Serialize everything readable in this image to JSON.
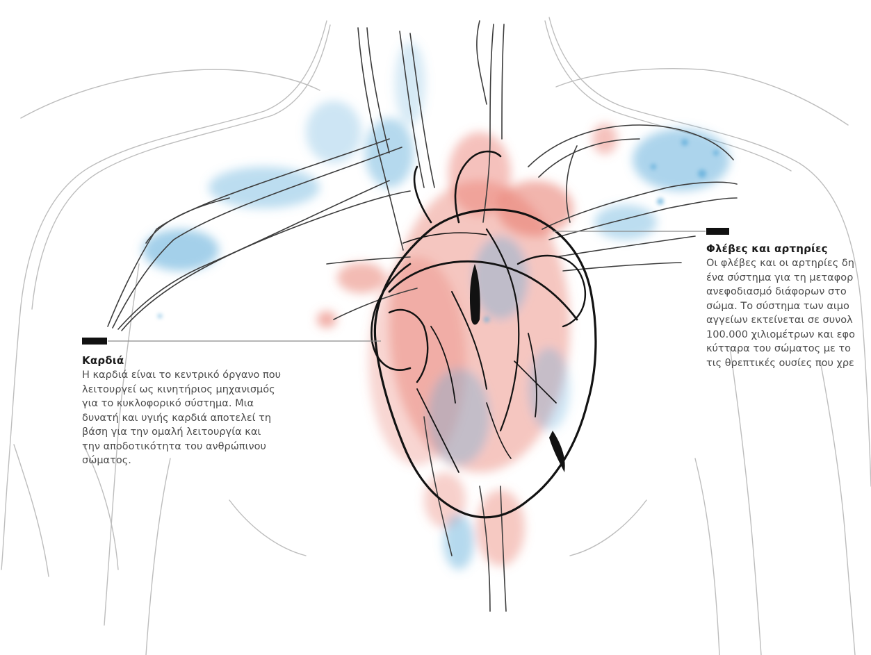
{
  "colors": {
    "arterial_wash": "#e8776a",
    "venous_wash": "#5aaad9",
    "ink": "#141414",
    "body_outline": "#b9b9b9",
    "leader_line": "#8a8a8a"
  },
  "icons": [
    "heart-illustration",
    "vein-artery-network"
  ],
  "callouts": {
    "heart": {
      "title": "Καρδιά",
      "text": "Η καρδιά είναι το κεντρικό όργανο που\nλειτουργεί ως κινητήριος μηχανισμός\nγια το κυκλοφορικό σύστημα. Μια\nδυνατή και υγιής καρδιά αποτελεί τη\nβάση για την ομαλή λειτουργία και\nτην αποδοτικότητα του ανθρώπινου\nσώματος."
    },
    "vessels": {
      "title": "Φλέβες και αρτηρίες",
      "text": "Οι φλέβες και οι αρτηρίες δη\nένα σύστημα για τη μεταφορ\nανεφοδιασμό διάφορων στο\nσώμα. Το σύστημα των αιμο\nαγγείων εκτείνεται σε συνολ\n100.000 χιλιομέτρων και εφο\nκύτταρα του σώματος με το\nτις θρεπτικές ουσίες που χρε"
    }
  }
}
